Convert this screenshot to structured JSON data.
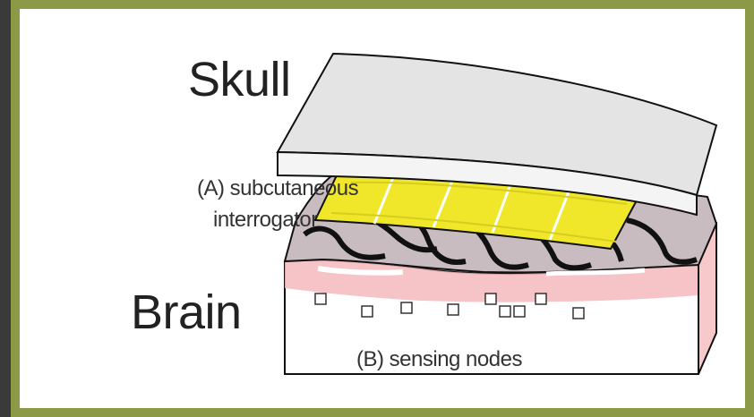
{
  "labels": {
    "skull": "Skull",
    "interrogator_line1": "(A) subcutaneous",
    "interrogator_line2": "interrogator",
    "brain": "Brain",
    "sensing_nodes": "(B) sensing nodes"
  },
  "colors": {
    "frame": "#8c9a48",
    "skull_plate": "#e4e4e4",
    "interrogator": "#f0e62a",
    "brain_tissue": "#c7b9bd",
    "brain_surface": "#f4b9bc"
  }
}
